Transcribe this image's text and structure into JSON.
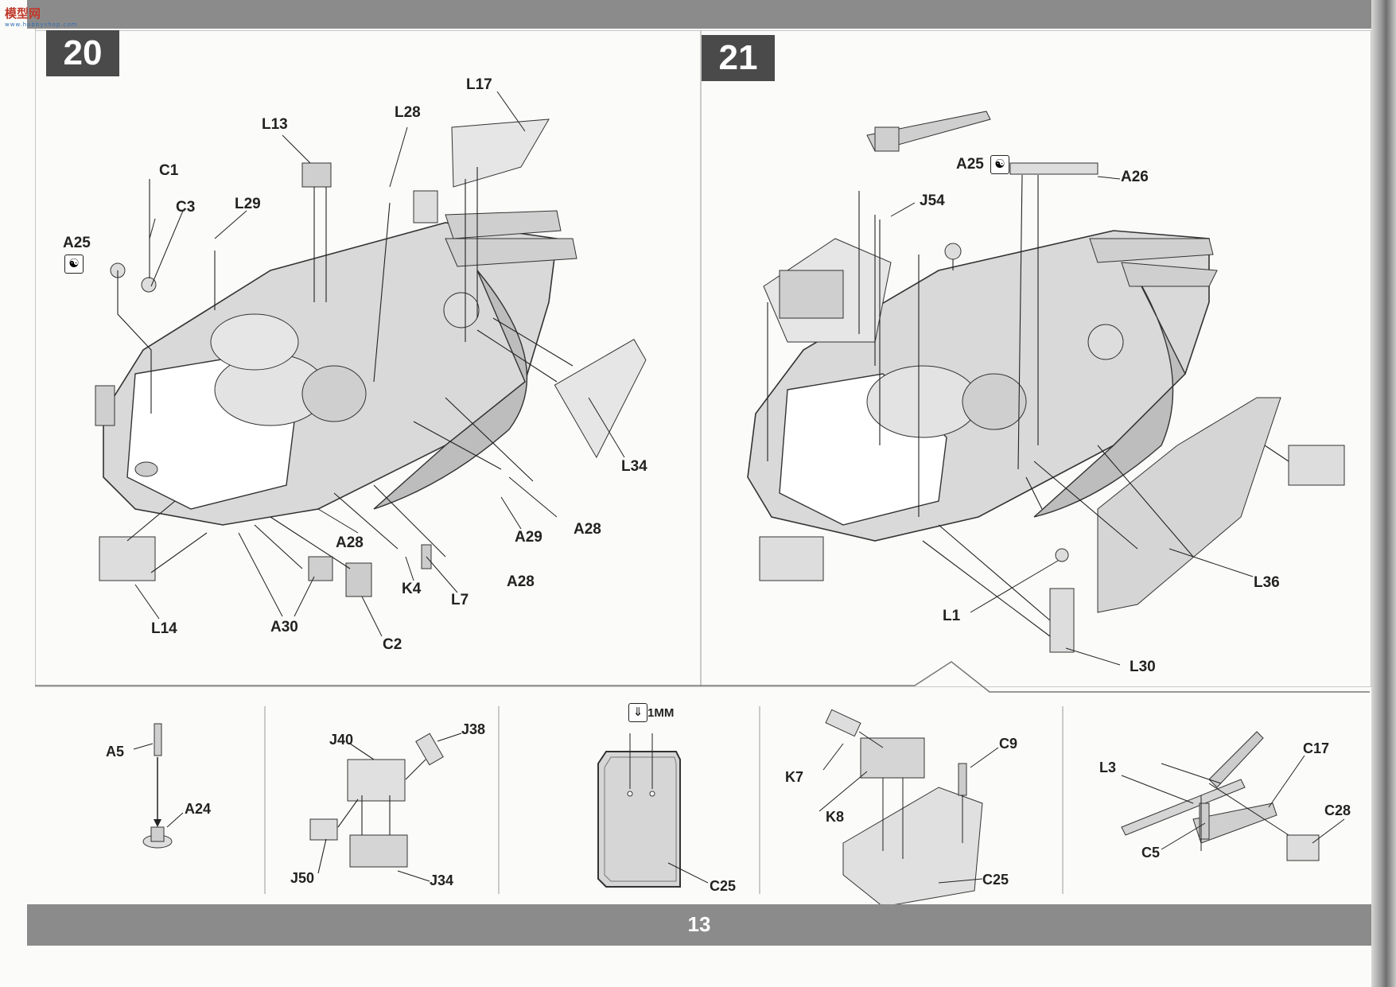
{
  "header": {
    "logo_text": "模型网",
    "logo_sub": "www.hobbyshop.com"
  },
  "page": {
    "number": "13"
  },
  "step_a": {
    "number": "20",
    "labels": [
      "L17",
      "L28",
      "L13",
      "C1",
      "C3",
      "L29",
      "A25",
      "L34",
      "A29",
      "A28",
      "A28",
      "A28",
      "L14",
      "A30",
      "C2",
      "K4",
      "L7"
    ]
  },
  "step_b": {
    "number": "21",
    "labels": [
      "A25",
      "A26",
      "J54",
      "L36",
      "L1",
      "L30"
    ]
  },
  "sub": {
    "a": [
      "A5",
      "A24"
    ],
    "b": [
      "J40",
      "J38",
      "J50",
      "J34"
    ],
    "c": [
      "1MM",
      "C25"
    ],
    "d": [
      "C9",
      "K7",
      "K8",
      "C25"
    ],
    "e": [
      "L3",
      "C17",
      "C28",
      "C5"
    ]
  },
  "icons": {
    "glue_symbol": "yin-yang-glue-icon",
    "drill_symbol": "drill-icon"
  }
}
